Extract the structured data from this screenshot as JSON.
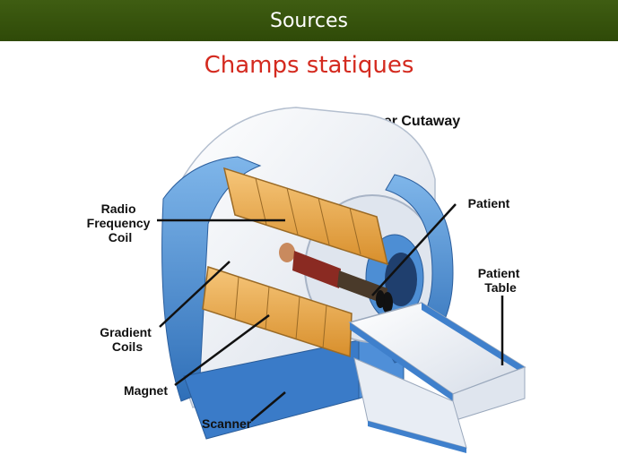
{
  "header": {
    "title": "Sources"
  },
  "slide": {
    "subtitle": "Champs statiques"
  },
  "diagram": {
    "title": "MRI Scanner Cutaway",
    "labels": {
      "radio_frequency_coil": [
        "Radio",
        "Frequency",
        "Coil"
      ],
      "gradient_coils": [
        "Gradient",
        "Coils"
      ],
      "magnet": "Magnet",
      "scanner": "Scanner",
      "patient": "Patient",
      "patient_table": [
        "Patient",
        "Table"
      ]
    },
    "colors": {
      "header_bg": "#365210",
      "subtitle": "#d42a1f",
      "scanner_blue": "#4a8fd6",
      "housing_white": "#eef1f6",
      "coil_orange": "#e8a545"
    }
  }
}
